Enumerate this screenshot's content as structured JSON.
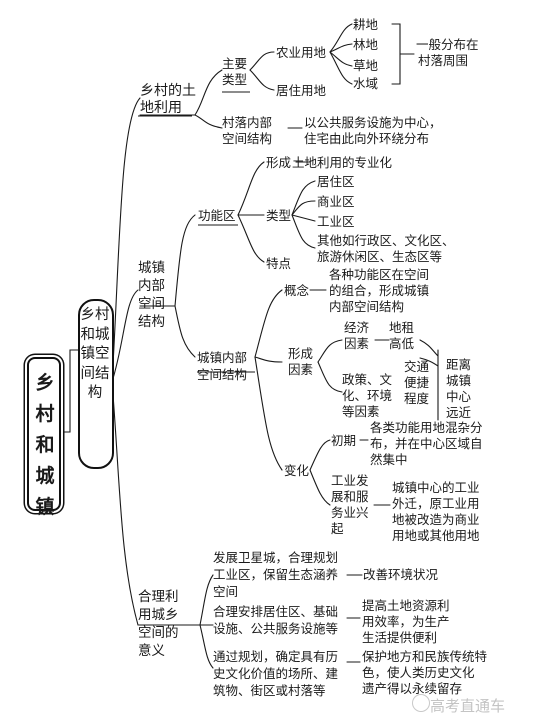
{
  "root": "乡村和城镇",
  "topic": "乡村和城镇空间结构",
  "rural": {
    "title_l1": "乡村的土",
    "title_l2": "地利用",
    "main_types_l1": "主要",
    "main_types_l2": "类型",
    "farmland": "农业用地",
    "residential": "居住用地",
    "crops": [
      "耕地",
      "林地",
      "草地",
      "水域"
    ],
    "dist_l1": "一般分布在",
    "dist_l2": "村落周围",
    "structure_l1": "村落内部",
    "structure_l2": "空间结构",
    "structure_desc_l1": "以公共服务设施为中心，",
    "structure_desc_l2": "住宅由此向外环绕分布"
  },
  "urban": {
    "title": [
      "城镇",
      "内部",
      "空间",
      "结构"
    ],
    "func": "功能区",
    "form_label": "形成",
    "form_desc": "土地利用的专业化",
    "type_label": "类型",
    "types": [
      "居住区",
      "商业区",
      "工业区"
    ],
    "other_l1": "其他如行政区、文化区、",
    "other_l2": "旅游休闲区、生态区等",
    "feature": "特点",
    "spatial_l1": "城镇内部",
    "spatial_l2": "空间结构",
    "concept": "概念",
    "concept_l1": "各种功能区在空间",
    "concept_l2": "的组合，形成城镇",
    "concept_l3": "内部空间结构",
    "formation_l1": "形成",
    "formation_l2": "因素",
    "econ_l1": "经济",
    "econ_l2": "因素",
    "rent": "地租",
    "high_low": "高低",
    "traffic": [
      "交通",
      "便捷",
      "程度"
    ],
    "distance": [
      "距离",
      "城镇",
      "中心",
      "远近"
    ],
    "policy_l1": "政策、文",
    "policy_l2": "化、环境",
    "policy_l3": "等因素",
    "change": "变化",
    "early": "初期",
    "early_l1": "各类功能用地混杂分",
    "early_l2": "布，并在中心区域自",
    "early_l3": "然集中",
    "industry": [
      "工业发",
      "展和服",
      "务业兴",
      "起"
    ],
    "industry_desc": [
      "城镇中心的工业",
      "外迁，原工业用",
      "地被改造为商业",
      "用地或其他用地"
    ]
  },
  "plan": {
    "title": [
      "合理利",
      "用城乡",
      "空间的",
      "意义"
    ],
    "row1_l1": "发展卫星城，合理规划",
    "row1_l2": "工业区，保留生态涵养",
    "row1_l3": "空间",
    "row1_res": "改善环境状况",
    "row2_l1": "合理安排居住区、基础",
    "row2_l2": "设施、公共服务设施等",
    "row2_res_l1": "提高土地资源利",
    "row2_res_l2": "用效率，为生产",
    "row2_res_l3": "生活提供便利",
    "row3_l1": "通过规划，确定具有历",
    "row3_l2": "史文化价值的场所、建",
    "row3_l3": "筑物、街区或村落等",
    "row3_res_l1": "保护地方和民族传统特",
    "row3_res_l2": "色，使人类历史文化",
    "row3_res_l3": "遗产得以永续留存"
  },
  "watermark": "高考直通车"
}
